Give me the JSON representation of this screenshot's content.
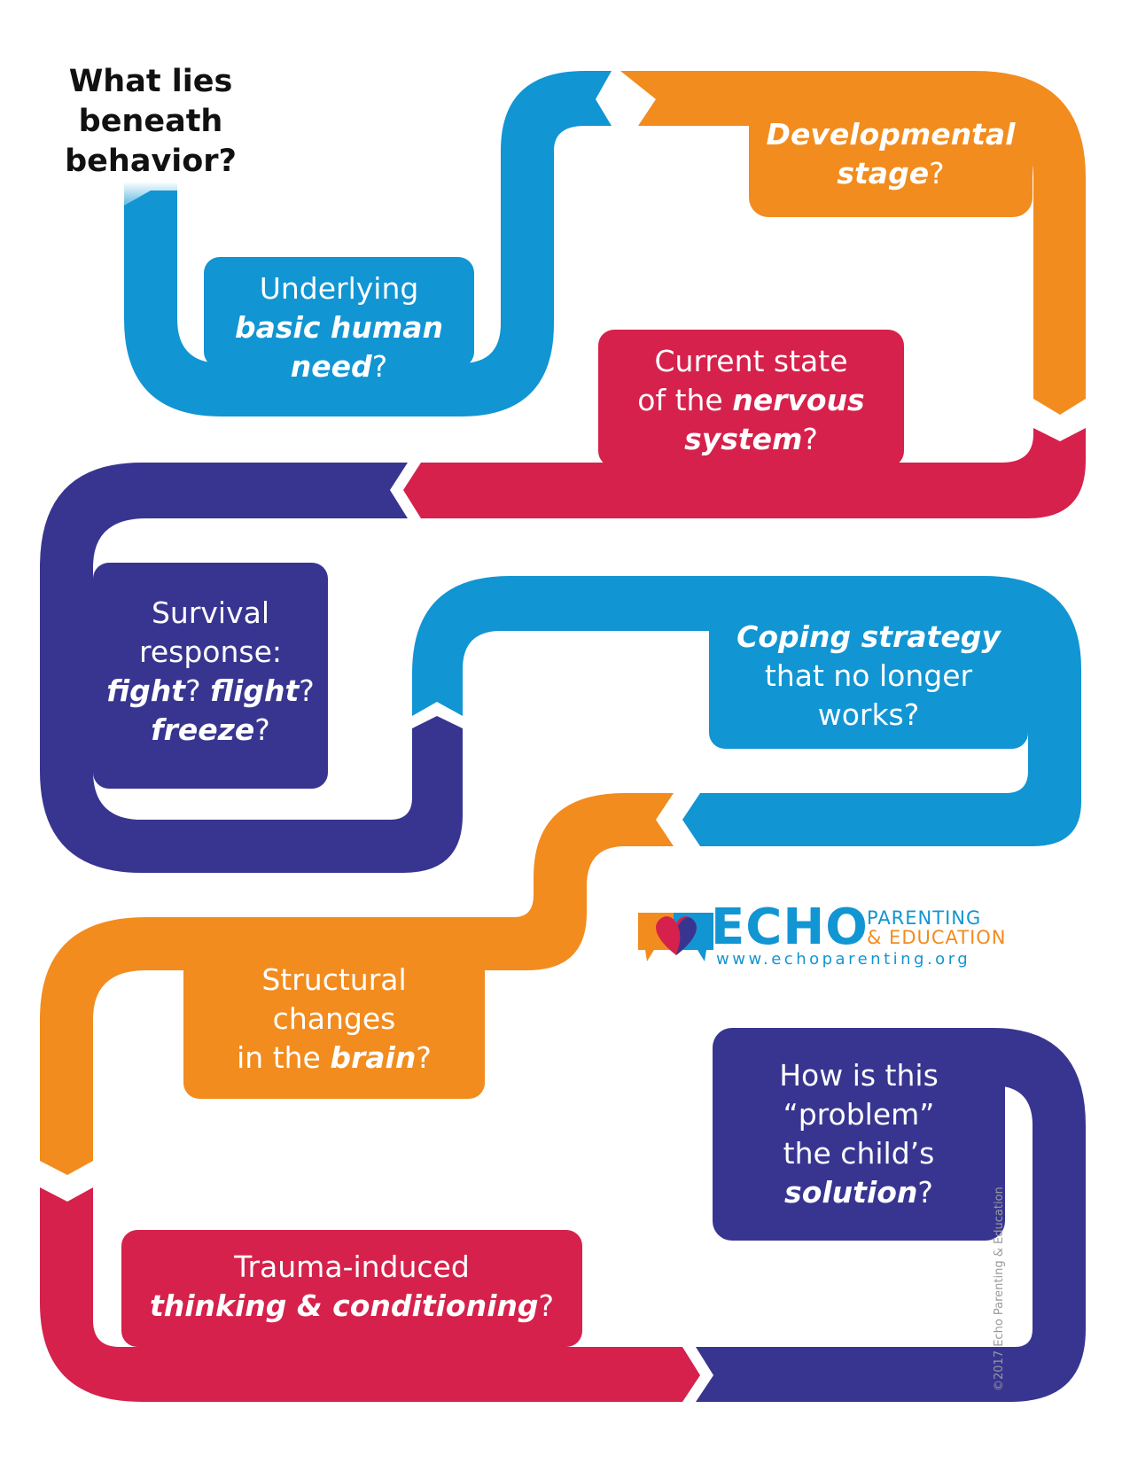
{
  "title_lines": [
    "What lies",
    "beneath",
    "behavior?"
  ],
  "colors": {
    "blue": "#1195d3",
    "orange": "#f28c1e",
    "red": "#d5214b",
    "navy": "#383591"
  },
  "cards": [
    {
      "id": "basic-need",
      "color": "blue",
      "lines": [
        [
          {
            "t": "Underlying",
            "b": false
          }
        ],
        [
          {
            "t": "basic human",
            "b": true
          }
        ],
        [
          {
            "t": "need",
            "b": true
          },
          {
            "t": "?",
            "b": false
          }
        ]
      ]
    },
    {
      "id": "developmental-stage",
      "color": "orange",
      "lines": [
        [
          {
            "t": "Developmental",
            "b": true
          }
        ],
        [
          {
            "t": "stage",
            "b": true
          },
          {
            "t": "?",
            "b": false
          }
        ]
      ]
    },
    {
      "id": "nervous-system",
      "color": "red",
      "lines": [
        [
          {
            "t": "Current state",
            "b": false
          }
        ],
        [
          {
            "t": "of the ",
            "b": false
          },
          {
            "t": "nervous",
            "b": true
          }
        ],
        [
          {
            "t": "system",
            "b": true
          },
          {
            "t": "?",
            "b": false
          }
        ]
      ]
    },
    {
      "id": "survival-response",
      "color": "navy",
      "lines": [
        [
          {
            "t": "Survival",
            "b": false
          }
        ],
        [
          {
            "t": "response:",
            "b": false
          }
        ],
        [
          {
            "t": "fight",
            "b": true
          },
          {
            "t": "? ",
            "b": false
          },
          {
            "t": "flight",
            "b": true
          },
          {
            "t": "?",
            "b": false
          }
        ],
        [
          {
            "t": "freeze",
            "b": true
          },
          {
            "t": "?",
            "b": false
          }
        ]
      ]
    },
    {
      "id": "coping-strategy",
      "color": "blue",
      "lines": [
        [
          {
            "t": "Coping strategy",
            "b": true
          }
        ],
        [
          {
            "t": "that no longer",
            "b": false
          }
        ],
        [
          {
            "t": "works?",
            "b": false
          }
        ]
      ]
    },
    {
      "id": "brain-changes",
      "color": "orange",
      "lines": [
        [
          {
            "t": "Structural",
            "b": false
          }
        ],
        [
          {
            "t": "changes",
            "b": false
          }
        ],
        [
          {
            "t": "in the ",
            "b": false
          },
          {
            "t": "brain",
            "b": true
          },
          {
            "t": "?",
            "b": false
          }
        ]
      ]
    },
    {
      "id": "trauma-thinking",
      "color": "red",
      "lines": [
        [
          {
            "t": "Trauma-induced",
            "b": false
          }
        ],
        [
          {
            "t": "thinking & conditioning",
            "b": true
          },
          {
            "t": "?",
            "b": false
          }
        ]
      ]
    },
    {
      "id": "child-solution",
      "color": "navy",
      "lines": [
        [
          {
            "t": "How is this",
            "b": false
          }
        ],
        [
          {
            "t": "“problem”",
            "b": false
          }
        ],
        [
          {
            "t": "the child’s",
            "b": false
          }
        ],
        [
          {
            "t": "solution",
            "b": true
          },
          {
            "t": "?",
            "b": false
          }
        ]
      ]
    }
  ],
  "logo": {
    "name": "ECHO",
    "line1": "PARENTING",
    "line2": "& EDUCATION",
    "url": "www.echoparenting.org"
  },
  "copyright": "©2017 Echo Parenting & Education"
}
